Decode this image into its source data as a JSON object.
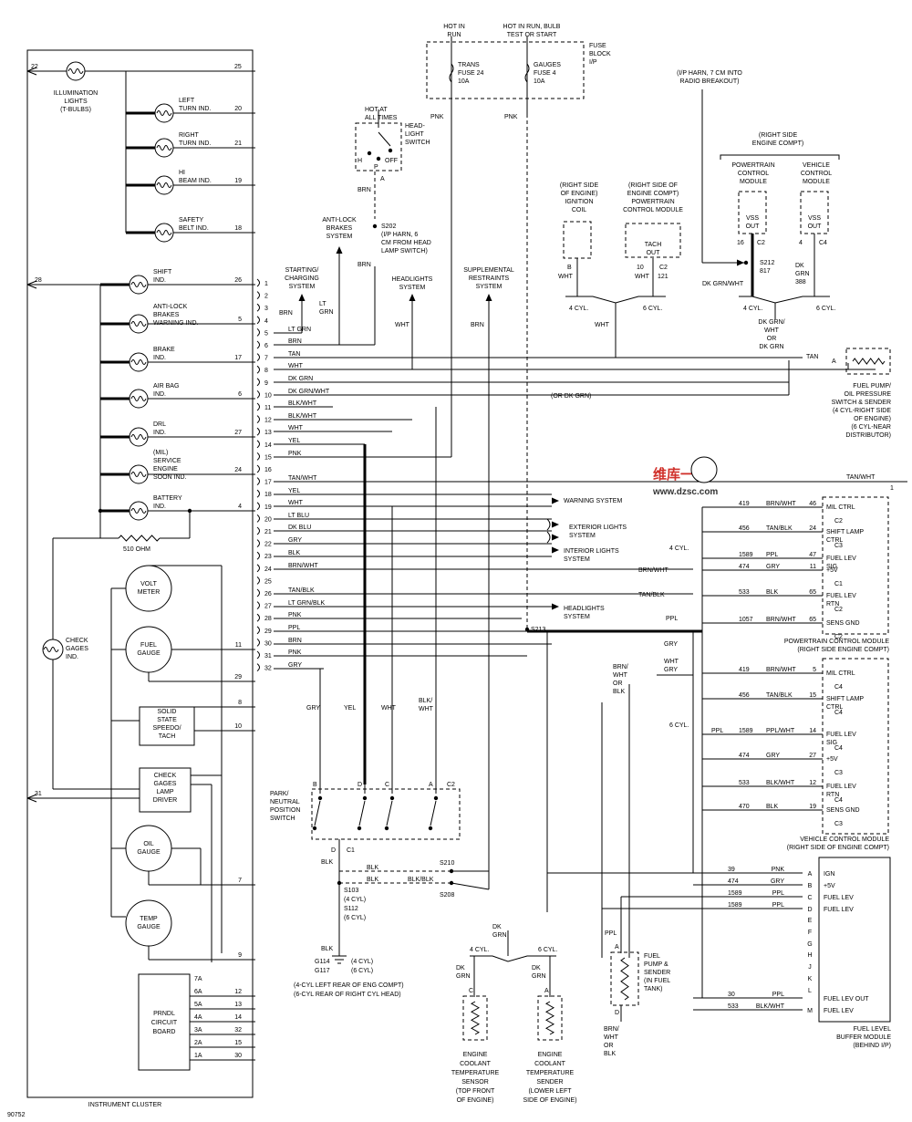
{
  "figure_id": "90752",
  "instrument_cluster": {
    "title": "INSTRUMENT CLUSTER",
    "illumination": {
      "label": [
        "ILLUMINATION",
        "LIGHTS",
        "(T-BULBS)"
      ],
      "pin_left": "22",
      "pin_right": "25"
    },
    "indicators": [
      {
        "label": [
          "LEFT",
          "TURN IND."
        ],
        "pin": "20"
      },
      {
        "label": [
          "RIGHT",
          "TURN IND."
        ],
        "pin": "21"
      },
      {
        "label": [
          "HI",
          "BEAM IND."
        ],
        "pin": "19"
      },
      {
        "label": [
          "SAFETY",
          "BELT IND."
        ],
        "pin": "18"
      },
      {
        "label": [
          "SHIFT",
          "IND."
        ],
        "pin": "26"
      },
      {
        "label": [
          "ANTI-LOCK",
          "BRAKES",
          "WARNING IND."
        ],
        "pin": "5"
      },
      {
        "label": [
          "BRAKE",
          "IND."
        ],
        "pin": "17"
      },
      {
        "label": [
          "AIR BAG",
          "IND."
        ],
        "pin": "6"
      },
      {
        "label": [
          "DRL",
          "IND."
        ],
        "pin": "27"
      },
      {
        "label": [
          "(MIL)",
          "SERVICE",
          "ENGINE",
          "SOON IND."
        ],
        "pin": "24"
      },
      {
        "label": [
          "BATTERY",
          "IND."
        ],
        "pin": "4"
      }
    ],
    "shift_left_pin": "28",
    "resistor_label": "510 OHM",
    "check_gages": [
      "CHECK",
      "GAGES",
      "IND."
    ],
    "volt_meter": [
      "VOLT",
      "METER"
    ],
    "fuel_gauge": {
      "label": [
        "FUEL",
        "GAUGE"
      ],
      "pins": [
        "11",
        "29"
      ]
    },
    "speedo": {
      "label": [
        "SOLID",
        "STATE",
        "SPEEDO/",
        "TACH"
      ],
      "pins": [
        "8",
        "10"
      ]
    },
    "lamp_driver": {
      "label": [
        "CHECK",
        "GAGES",
        "LAMP",
        "DRIVER"
      ],
      "pin_left": "31"
    },
    "oil_gauge": {
      "label": [
        "OIL",
        "GAUGE"
      ],
      "pin": "7"
    },
    "temp_gauge": {
      "label": [
        "TEMP",
        "GAUGE"
      ],
      "pin": "9"
    },
    "prndl": {
      "label": [
        "PRNDL",
        "CIRCUIT",
        "BOARD"
      ],
      "inner_pins": [
        "7A",
        "6A",
        "5A",
        "4A",
        "3A",
        "2A",
        "1A"
      ],
      "outer_pins": [
        "12",
        "13",
        "14",
        "32",
        "15",
        "30"
      ]
    }
  },
  "connector_pins": [
    "1",
    "2",
    "3",
    "4",
    "5",
    "6",
    "7",
    "8",
    "9",
    "10",
    "11",
    "12",
    "13",
    "14",
    "15",
    "16",
    "17",
    "18",
    "19",
    "20",
    "21",
    "22",
    "23",
    "24",
    "25",
    "26",
    "27",
    "28",
    "29",
    "30",
    "31",
    "32"
  ],
  "wires": [
    {
      "pin": "5",
      "color": "LT GRN"
    },
    {
      "pin": "6",
      "color": "BRN"
    },
    {
      "pin": "7",
      "color": "TAN"
    },
    {
      "pin": "8",
      "color": "WHT"
    },
    {
      "pin": "9",
      "color": "DK GRN"
    },
    {
      "pin": "10",
      "color": "DK GRN/WHT"
    },
    {
      "pin": "12",
      "color": "BLK/WHT"
    },
    {
      "pin": "13",
      "color": "BLK/WHT"
    },
    {
      "pin": "13b",
      "color": "WHT"
    },
    {
      "pin": "14",
      "color": "YEL"
    },
    {
      "pin": "15",
      "color": "PNK"
    },
    {
      "pin": "17",
      "color": "TAN/WHT"
    },
    {
      "pin": "18",
      "color": "YEL"
    },
    {
      "pin": "19",
      "color": "WHT"
    },
    {
      "pin": "20",
      "color": "LT BLU"
    },
    {
      "pin": "21",
      "color": "DK BLU"
    },
    {
      "pin": "22",
      "color": "GRY"
    },
    {
      "pin": "23",
      "color": "BLK"
    },
    {
      "pin": "24",
      "color": "BRN/WHT"
    },
    {
      "pin": "26",
      "color": "TAN/BLK"
    },
    {
      "pin": "27",
      "color": "LT GRN/BLK"
    },
    {
      "pin": "28",
      "color": "PNK"
    },
    {
      "pin": "29",
      "color": "PPL"
    },
    {
      "pin": "30",
      "color": "BRN"
    },
    {
      "pin": "31",
      "color": "PNK"
    },
    {
      "pin": "32",
      "color": "GRY"
    }
  ],
  "fuse_block": {
    "label": [
      "FUSE",
      "BLOCK",
      "I/P"
    ],
    "hot_in_run": [
      "HOT IN",
      "RUN"
    ],
    "hot_in_run_bulb": [
      "HOT IN RUN, BULB",
      "TEST OR START"
    ],
    "fuse_trans": [
      "TRANS",
      "FUSE 24",
      "10A"
    ],
    "fuse_gauges": [
      "GAUGES",
      "FUSE 4",
      "10A"
    ],
    "wire_left": "PNK",
    "wire_right": "PNK"
  },
  "headlight_switch": {
    "hot_label": [
      "HOT AT",
      "ALL TIMES"
    ],
    "label": [
      "HEAD-",
      "LIGHT",
      "SWITCH"
    ],
    "positions": [
      "H",
      "P",
      "OFF"
    ],
    "pin": "A",
    "wire": "BRN",
    "splice": [
      "S202",
      "(I/P HARN, 6",
      "CM FROM HEAD",
      "LAMP SWITCH)"
    ],
    "wire2": "BRN"
  },
  "systems": {
    "anti_lock": [
      "ANTI-LOCK",
      "BRAKES",
      "SYSTEM"
    ],
    "starting": [
      "STARTING/",
      "CHARGING",
      "SYSTEM"
    ],
    "headlights_top": [
      "HEADLIGHTS",
      "SYSTEM"
    ],
    "supplemental": [
      "SUPPLEMENTAL",
      "RESTRAINTS",
      "SYSTEM"
    ],
    "warning": "WARNING SYSTEM",
    "exterior": [
      "EXTERIOR LIGHTS",
      "SYSTEM"
    ],
    "interior": [
      "INTERIOR LIGHTS",
      "SYSTEM"
    ],
    "headlights_mid": [
      "HEADLIGHTS",
      "SYSTEM"
    ]
  },
  "system_wires": {
    "brn_a": "BRN",
    "lt_grn": [
      "LT",
      "GRN"
    ],
    "wht": "WHT",
    "brn_b": "BRN"
  },
  "ignition": {
    "coil": [
      "(RIGHT SIDE",
      "OF ENGINE)",
      "IGNITION",
      "COIL"
    ],
    "coil_pin": "B",
    "coil_wire": "WHT",
    "pcm": [
      "(RIGHT SIDE OF",
      "ENGINE COMPT)",
      "POWERTRAIN",
      "CONTROL MODULE"
    ],
    "tach": [
      "TACH",
      "OUT"
    ],
    "tach_pins": [
      "10",
      "C2"
    ],
    "tach_wire": [
      "WHT",
      "121"
    ],
    "cyl4": "4 CYL.",
    "cyl6": "6 CYL.",
    "wire": "WHT"
  },
  "vss": {
    "harness_note": [
      "(I/P HARN, 7 CM INTO",
      "RADIO BREAKOUT)"
    ],
    "right_side": [
      "(RIGHT SIDE",
      "ENGINE COMPT)"
    ],
    "pcm": [
      "POWERTRAIN",
      "CONTROL",
      "MODULE"
    ],
    "vcm": [
      "VEHICLE",
      "CONTROL",
      "MODULE"
    ],
    "out": [
      "VSS",
      "OUT"
    ],
    "pcm_pins": [
      "16",
      "C2"
    ],
    "vcm_pins": [
      "4",
      "C4"
    ],
    "splice": [
      "S212",
      "817"
    ],
    "splice_wire": "DK GRN/WHT",
    "vcm_wire": [
      "DK",
      "GRN",
      "388"
    ],
    "cyl4": "4 CYL.",
    "cyl6": "6 CYL.",
    "result": [
      "DK GRN/",
      "WHT",
      "OR",
      "DK GRN"
    ]
  },
  "fuel_pump_switch": {
    "wire": "TAN",
    "pin": "A",
    "alt_wire": "(OR DK GRN)",
    "label": [
      "FUEL PUMP/",
      "OIL PRESSURE",
      "SWITCH & SENDER",
      "(4 CYL-RIGHT SIDE",
      "OF ENGINE)",
      "(6 CYL-NEAR",
      "DISTRIBUTOR)"
    ]
  },
  "tan_wht_end": {
    "wire": "TAN/WHT",
    "pin": "1"
  },
  "pcm_block": {
    "title": [
      "POWERTRAIN CONTROL MODULE",
      "(RIGHT SIDE ENGINE COMPT)"
    ],
    "cyl": "4 CYL.",
    "rows": [
      {
        "circuit": "419",
        "color": "BRN/WHT",
        "pin": "46",
        "conn": "C2",
        "func": "MIL CTRL"
      },
      {
        "circuit": "456",
        "color": "TAN/BLK",
        "pin": "24",
        "conn": "C3",
        "func": "SHIFT LAMP CTRL"
      },
      {
        "circuit": "1589",
        "color": "PPL",
        "pin": "47",
        "conn": "",
        "func": "FUEL LEV SIG"
      },
      {
        "circuit": "474",
        "color": "GRY",
        "pin": "11",
        "conn": "C1",
        "func": "+5V"
      },
      {
        "circuit": "533",
        "color": "BLK",
        "pin": "65",
        "conn": "C2",
        "func": "FUEL LEV RTN"
      },
      {
        "circuit": "1057",
        "color": "BRN/WHT",
        "pin": "65",
        "conn": "C2",
        "func": "SENS GND"
      }
    ],
    "side_wires": {
      "brn_wht": "BRN/WHT",
      "tan_blk": "TAN/BLK",
      "ppl": "PPL"
    }
  },
  "vcm_block": {
    "title": [
      "VEHICLE CONTROL MODULE",
      "(RIGHT SIDE OF ENGINE COMPT)"
    ],
    "cyl": "6 CYL.",
    "rows": [
      {
        "circuit": "419",
        "color": "BRN/WHT",
        "pin": "5",
        "conn": "C4",
        "func": "MIL CTRL"
      },
      {
        "circuit": "456",
        "color": "TAN/BLK",
        "pin": "15",
        "conn": "C4",
        "func": "SHIFT LAMP CTRL"
      },
      {
        "circuit": "1589",
        "color": "PPL/WHT",
        "pin": "14",
        "conn": "C4",
        "func": "FUEL LEV SIG"
      },
      {
        "circuit": "474",
        "color": "GRY",
        "pin": "27",
        "conn": "C3",
        "func": "+5V"
      },
      {
        "circuit": "533",
        "color": "BLK/WHT",
        "pin": "12",
        "conn": "C4",
        "func": "FUEL LEV RTN"
      },
      {
        "circuit": "470",
        "color": "BLK",
        "pin": "19",
        "conn": "C3",
        "func": "SENS GND"
      }
    ],
    "side_wires": {
      "gry": "GRY",
      "wht_gry": [
        "WHT",
        "GRY"
      ],
      "brn_wht_blk": [
        "BRN/",
        "WHT",
        "OR",
        "BLK"
      ],
      "ppl_left": "PPL"
    },
    "splice": "S213"
  },
  "pn_switch": {
    "label": [
      "PARK/",
      "NEUTRAL",
      "POSITION",
      "SWITCH"
    ],
    "pins": [
      "B",
      "D",
      "C",
      "A",
      "C2"
    ],
    "top_wires": [
      "GRY",
      "YEL",
      "WHT",
      "BLK/",
      "WHT"
    ],
    "bottom": {
      "pin": "D",
      "conn": "C1",
      "wire": "BLK"
    },
    "dash_wires": [
      "BLK",
      "BLK",
      "BLK/BLK"
    ],
    "splice_a": "S210",
    "splice_b": "S208",
    "splices_left": [
      "S103",
      "(4 CYL)",
      "S112",
      "(6 CYL)"
    ],
    "ground_wire": "BLK",
    "ground": [
      "G114",
      "G117"
    ],
    "ground_cyl": [
      "(4 CYL)",
      "(6 CYL)"
    ],
    "ground_note": [
      "(4-CYL   LEFT REAR OF ENG COMPT)",
      "(6-CYL   REAR OF RIGHT CYL HEAD)"
    ]
  },
  "coolant": {
    "wire": [
      "DK",
      "GRN"
    ],
    "cyl4": "4 CYL.",
    "cyl6": "6 CYL.",
    "left_wire": [
      "DK",
      "GRN"
    ],
    "left_pin": "C",
    "right_wire": [
      "DK",
      "GRN"
    ],
    "right_pin": "A",
    "sensor": [
      "ENGINE",
      "COOLANT",
      "TEMPERATURE",
      "SENSOR",
      "(TOP FRONT",
      "OF ENGINE)"
    ],
    "sender": [
      "ENGINE",
      "COOLANT",
      "TEMPERATURE",
      "SENDER",
      "(LOWER LEFT",
      "SIDE OF ENGINE)"
    ]
  },
  "fuel_tank": {
    "wire_top": "PPL",
    "pin_top": "A",
    "pin_bottom": "D",
    "label": [
      "FUEL",
      "PUMP &",
      "SENDER",
      "(IN FUEL",
      "TANK)"
    ],
    "wire_bottom": [
      "BRN/",
      "WHT",
      "OR",
      "BLK"
    ]
  },
  "buffer_module": {
    "title": [
      "FUEL LEVEL",
      "BUFFER MODULE",
      "(BEHIND I/P)"
    ],
    "rows": [
      {
        "circuit": "39",
        "color": "PNK",
        "pin": "A",
        "func": "IGN"
      },
      {
        "circuit": "474",
        "color": "GRY",
        "pin": "B",
        "func": "+5V"
      },
      {
        "circuit": "1589",
        "color": "PPL",
        "pin": "C",
        "func": "FUEL LEV"
      },
      {
        "circuit": "1589",
        "color": "PPL",
        "pin": "D",
        "func": "FUEL LEV"
      },
      {
        "circuit": "",
        "color": "",
        "pin": "E",
        "func": ""
      },
      {
        "circuit": "",
        "color": "",
        "pin": "F",
        "func": ""
      },
      {
        "circuit": "",
        "color": "",
        "pin": "G",
        "func": ""
      },
      {
        "circuit": "",
        "color": "",
        "pin": "H",
        "func": ""
      },
      {
        "circuit": "",
        "color": "",
        "pin": "J",
        "func": ""
      },
      {
        "circuit": "",
        "color": "",
        "pin": "K",
        "func": ""
      },
      {
        "circuit": "",
        "color": "",
        "pin": "L",
        "func": ""
      },
      {
        "circuit": "30",
        "color": "PPL",
        "pin": "",
        "func": "FUEL LEV OUT"
      },
      {
        "circuit": "533",
        "color": "BLK/WHT",
        "pin": "M",
        "func": "FUEL LEV"
      }
    ]
  },
  "watermark": {
    "text": "维库一下",
    "url": "www.dzsc.com"
  }
}
